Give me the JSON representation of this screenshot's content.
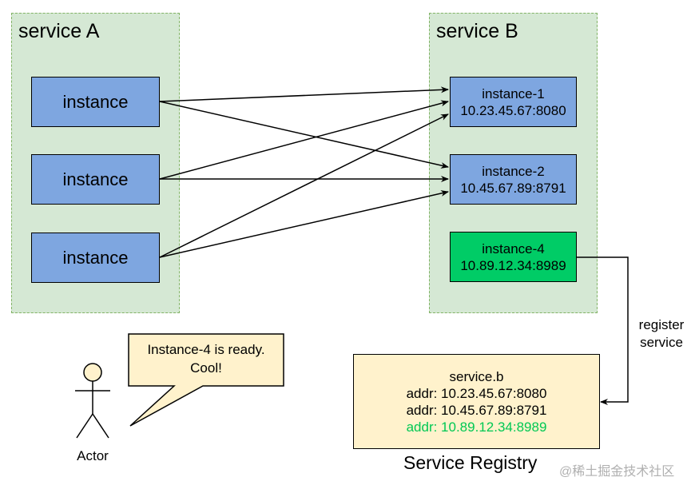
{
  "service_a": {
    "title": "service A",
    "instances": [
      "instance",
      "instance",
      "instance"
    ]
  },
  "service_b": {
    "title": "service B",
    "instances": [
      {
        "name": "instance-1",
        "addr": "10.23.45.67:8080",
        "color": "#7ea6e0"
      },
      {
        "name": "instance-2",
        "addr": "10.45.67.89:8791",
        "color": "#7ea6e0"
      },
      {
        "name": "instance-4",
        "addr": "10.89.12.34:8989",
        "color": "#00cc66"
      }
    ]
  },
  "register_label": {
    "line1": "register",
    "line2": "service"
  },
  "registry": {
    "key": "service.b",
    "entries": [
      "addr: 10.23.45.67:8080",
      "addr: 10.45.67.89:8791",
      "addr: 10.89.12.34:8989"
    ],
    "highlight_color": "#00c853",
    "caption": "Service Registry"
  },
  "actor": {
    "label": "Actor",
    "speech_line1": "Instance-4 is ready.",
    "speech_line2": "Cool!"
  },
  "watermark": "@稀土掘金技术社区",
  "colors": {
    "service_fill": "#d5e8d4",
    "service_border": "#82b366",
    "node_blue": "#7ea6e0",
    "node_green": "#00cc66",
    "note_fill": "#fff2cc"
  }
}
